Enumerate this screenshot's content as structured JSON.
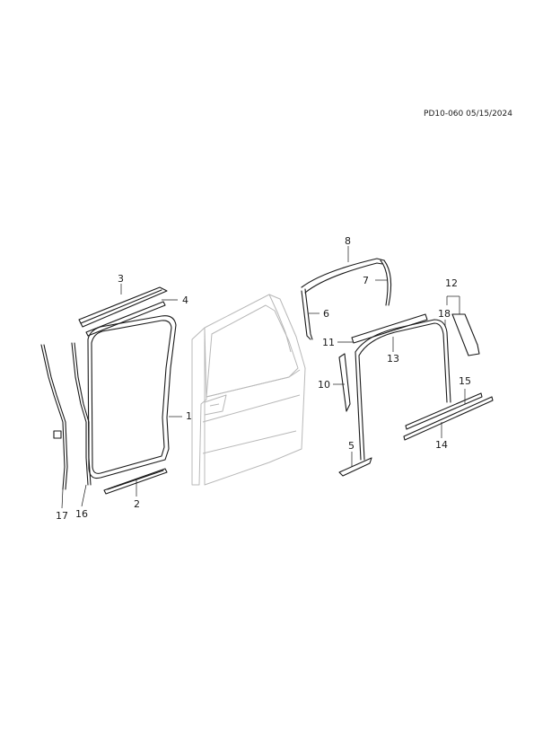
{
  "header": {
    "doc_code": "PD10-060 05/15/2024"
  },
  "callouts": [
    {
      "id": "1",
      "label": "1"
    },
    {
      "id": "2",
      "label": "2"
    },
    {
      "id": "3",
      "label": "3"
    },
    {
      "id": "4",
      "label": "4"
    },
    {
      "id": "5",
      "label": "5"
    },
    {
      "id": "6",
      "label": "6"
    },
    {
      "id": "7",
      "label": "7"
    },
    {
      "id": "8",
      "label": "8"
    },
    {
      "id": "10",
      "label": "10"
    },
    {
      "id": "11",
      "label": "11"
    },
    {
      "id": "12",
      "label": "12"
    },
    {
      "id": "13",
      "label": "13"
    },
    {
      "id": "14",
      "label": "14"
    },
    {
      "id": "15",
      "label": "15"
    },
    {
      "id": "16",
      "label": "16"
    },
    {
      "id": "17",
      "label": "17"
    },
    {
      "id": "18",
      "label": "18"
    }
  ],
  "colors": {
    "line": "#1a1a1a",
    "door": "#b8b8b8"
  }
}
